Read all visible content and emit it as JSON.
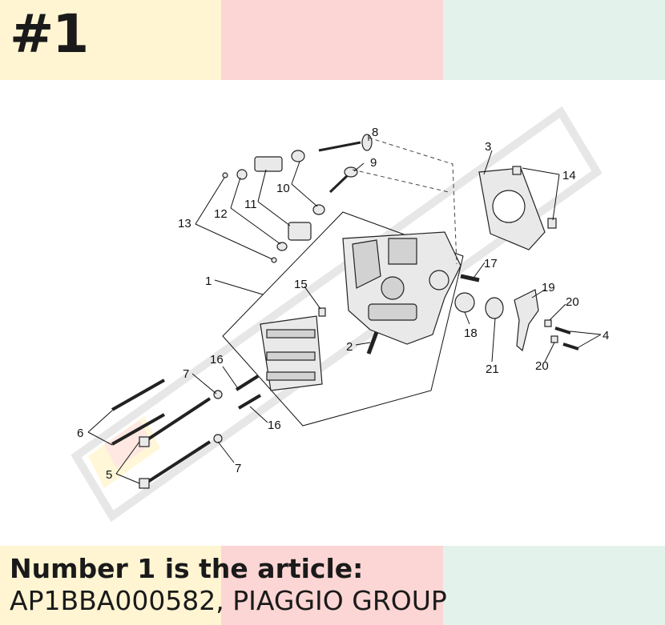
{
  "header": {
    "badge": "#1"
  },
  "footer": {
    "line1": "Number 1 is the article:",
    "line2": "AP1BBA000582, PIAGGIO GROUP"
  },
  "colors": {
    "band_yellow": "#fff5d2",
    "band_pink": "#fcd6d4",
    "band_mint": "#e3f3ec",
    "text": "#1a1a1a"
  },
  "diagram": {
    "callouts": [
      "1",
      "2",
      "3",
      "4",
      "5",
      "5",
      "6",
      "6",
      "7",
      "7",
      "8",
      "9",
      "10",
      "11",
      "12",
      "13",
      "14",
      "15",
      "16",
      "16",
      "17",
      "18",
      "19",
      "20",
      "20",
      "21"
    ]
  }
}
